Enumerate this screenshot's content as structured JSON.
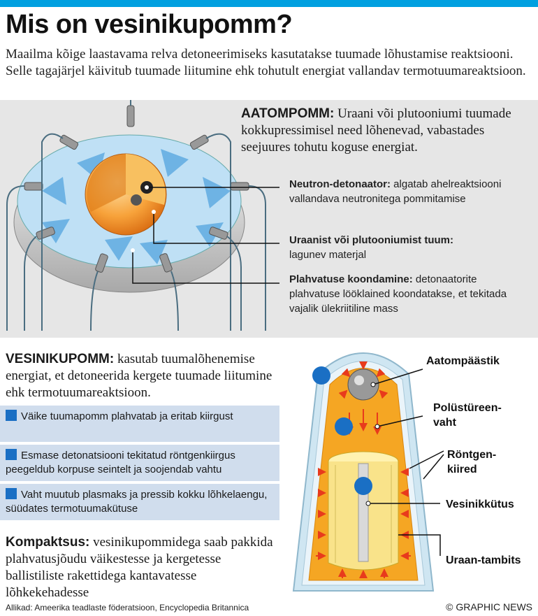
{
  "title": "Mis on vesinikupomm?",
  "intro": "Maailma kõige laastavama relva detoneerimiseks kasutatakse tuumade lõhustamise reaktsiooni. Selle tagajärjel käivitub tuumade liitumine ehk tohutult energiat vallandav termotuumareaktsioon.",
  "atom": {
    "heading": "AATOMPOMM:",
    "text": "Uraani või plutooniumi tuumade kokkupressimisel need lõhenevad, vabastades seejuures tohutu koguse energiat.",
    "labels": [
      {
        "name": "Neutron-detonaator:",
        "text": "algatab ahelreaktsiooni vallandava neutronitega pommitamise"
      },
      {
        "name": "Uraanist või plutooniumist tuum:",
        "text": "lagunev materjal"
      },
      {
        "name": "Plahvatuse koondamine:",
        "text": "detonaatorite plahvatuse lööklained koondatakse, et tekitada vajalik ülekriitiline mass"
      }
    ]
  },
  "hbomb": {
    "heading": "VESINIKUPOMM:",
    "text": "kasutab tuumalõhenemise energiat, et detoneerida kergete tuumade liitumine ehk termotuumareaktsioon.",
    "steps": [
      "Väike tuumapomm plahvatab ja eritab kiirgust",
      "Esmase detonatsiooni tekitatud röntgenkiirgus peegeldub korpuse seintelt ja soojendab vahtu",
      "Vaht muutub plasmaks ja pressib kokku lõhkelaengu, süüdates termotuumakütuse"
    ],
    "labels": [
      "Aatompäästik",
      "Polüstüreen-vaht",
      "Röntgen-kiired",
      "Vesinikkütus",
      "Uraan-tambits"
    ]
  },
  "kompakt": {
    "heading": "Kompaktsus:",
    "text": "vesinikupommidega saab pakkida plahvatusjõudu väikestesse ja kergetesse ballistiliste rakettidega kantavatesse lõhkekehadesse"
  },
  "source": "Allikad: Ameerika teadlaste föderatsioon, Encyclopedia Britannica",
  "credit": "© GRAPHIC NEWS",
  "colors": {
    "accent": "#00a0e0",
    "step_bg": "#d0dded",
    "marker": "#1a6fc4",
    "arrow": "#e83a1c",
    "foam": "#f5a623"
  }
}
